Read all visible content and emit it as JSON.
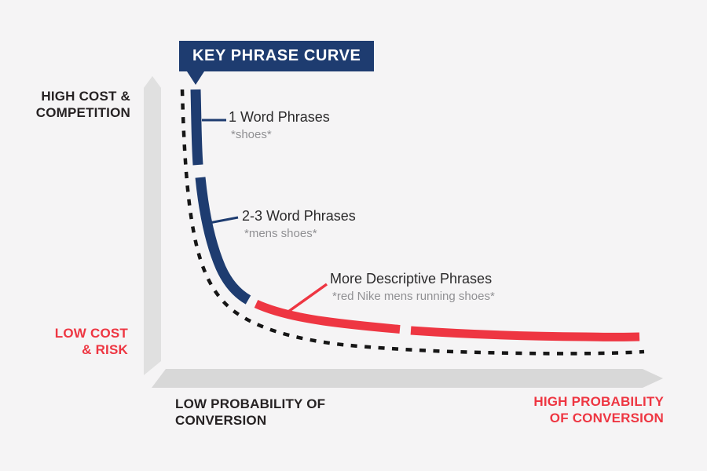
{
  "title": {
    "label": "KEY PHRASE CURVE"
  },
  "axes": {
    "y_top_label": "HIGH COST &\nCOMPETITION",
    "y_bottom_label": "LOW COST\n& RISK",
    "x_left_label": "LOW PROBABILITY OF\nCONVERSION",
    "x_right_label": "HIGH PROBABILITY\nOF CONVERSION"
  },
  "annotations": [
    {
      "label": "1 Word Phrases",
      "example": "*shoes*"
    },
    {
      "label": "2-3 Word Phrases",
      "example": "*mens shoes*"
    },
    {
      "label": "More Descriptive Phrases",
      "example": "*red Nike mens running shoes*"
    }
  ],
  "colors": {
    "navy": "#1e3c70",
    "red": "#ee3642",
    "dark_text": "#262223",
    "muted_text": "#909093",
    "background": "#f5f4f5",
    "axis_bar_light": "#e0e0e0",
    "axis_bar_dark": "#d8d8d8",
    "dotted_line": "#161616"
  },
  "chart_data": {
    "type": "line",
    "title": "KEY PHRASE CURVE",
    "description": "Conceptual long-tail key phrase curve: cost and competition fall while probability of conversion rises as search phrases become more descriptive.",
    "x_axis": {
      "left_end": "LOW PROBABILITY OF CONVERSION",
      "right_end": "HIGH PROBABILITY OF CONVERSION"
    },
    "y_axis": {
      "top_end": "HIGH COST & COMPETITION",
      "bottom_end": "LOW COST & RISK"
    },
    "segments": [
      {
        "name": "1 Word Phrases",
        "example": "*shoes*",
        "color": "#1e3c70",
        "region": "steep vertical top of curve"
      },
      {
        "name": "2-3 Word Phrases",
        "example": "*mens shoes*",
        "color": "#1e3c70",
        "region": "middle bend of curve"
      },
      {
        "name": "More Descriptive Phrases",
        "example": "*red Nike mens running shoes*",
        "color": "#ee3642",
        "region": "flat tail of curve"
      }
    ],
    "reference_line": "black dashed curve running parallel beneath the main curve",
    "legend_position": "none",
    "grid": false
  }
}
